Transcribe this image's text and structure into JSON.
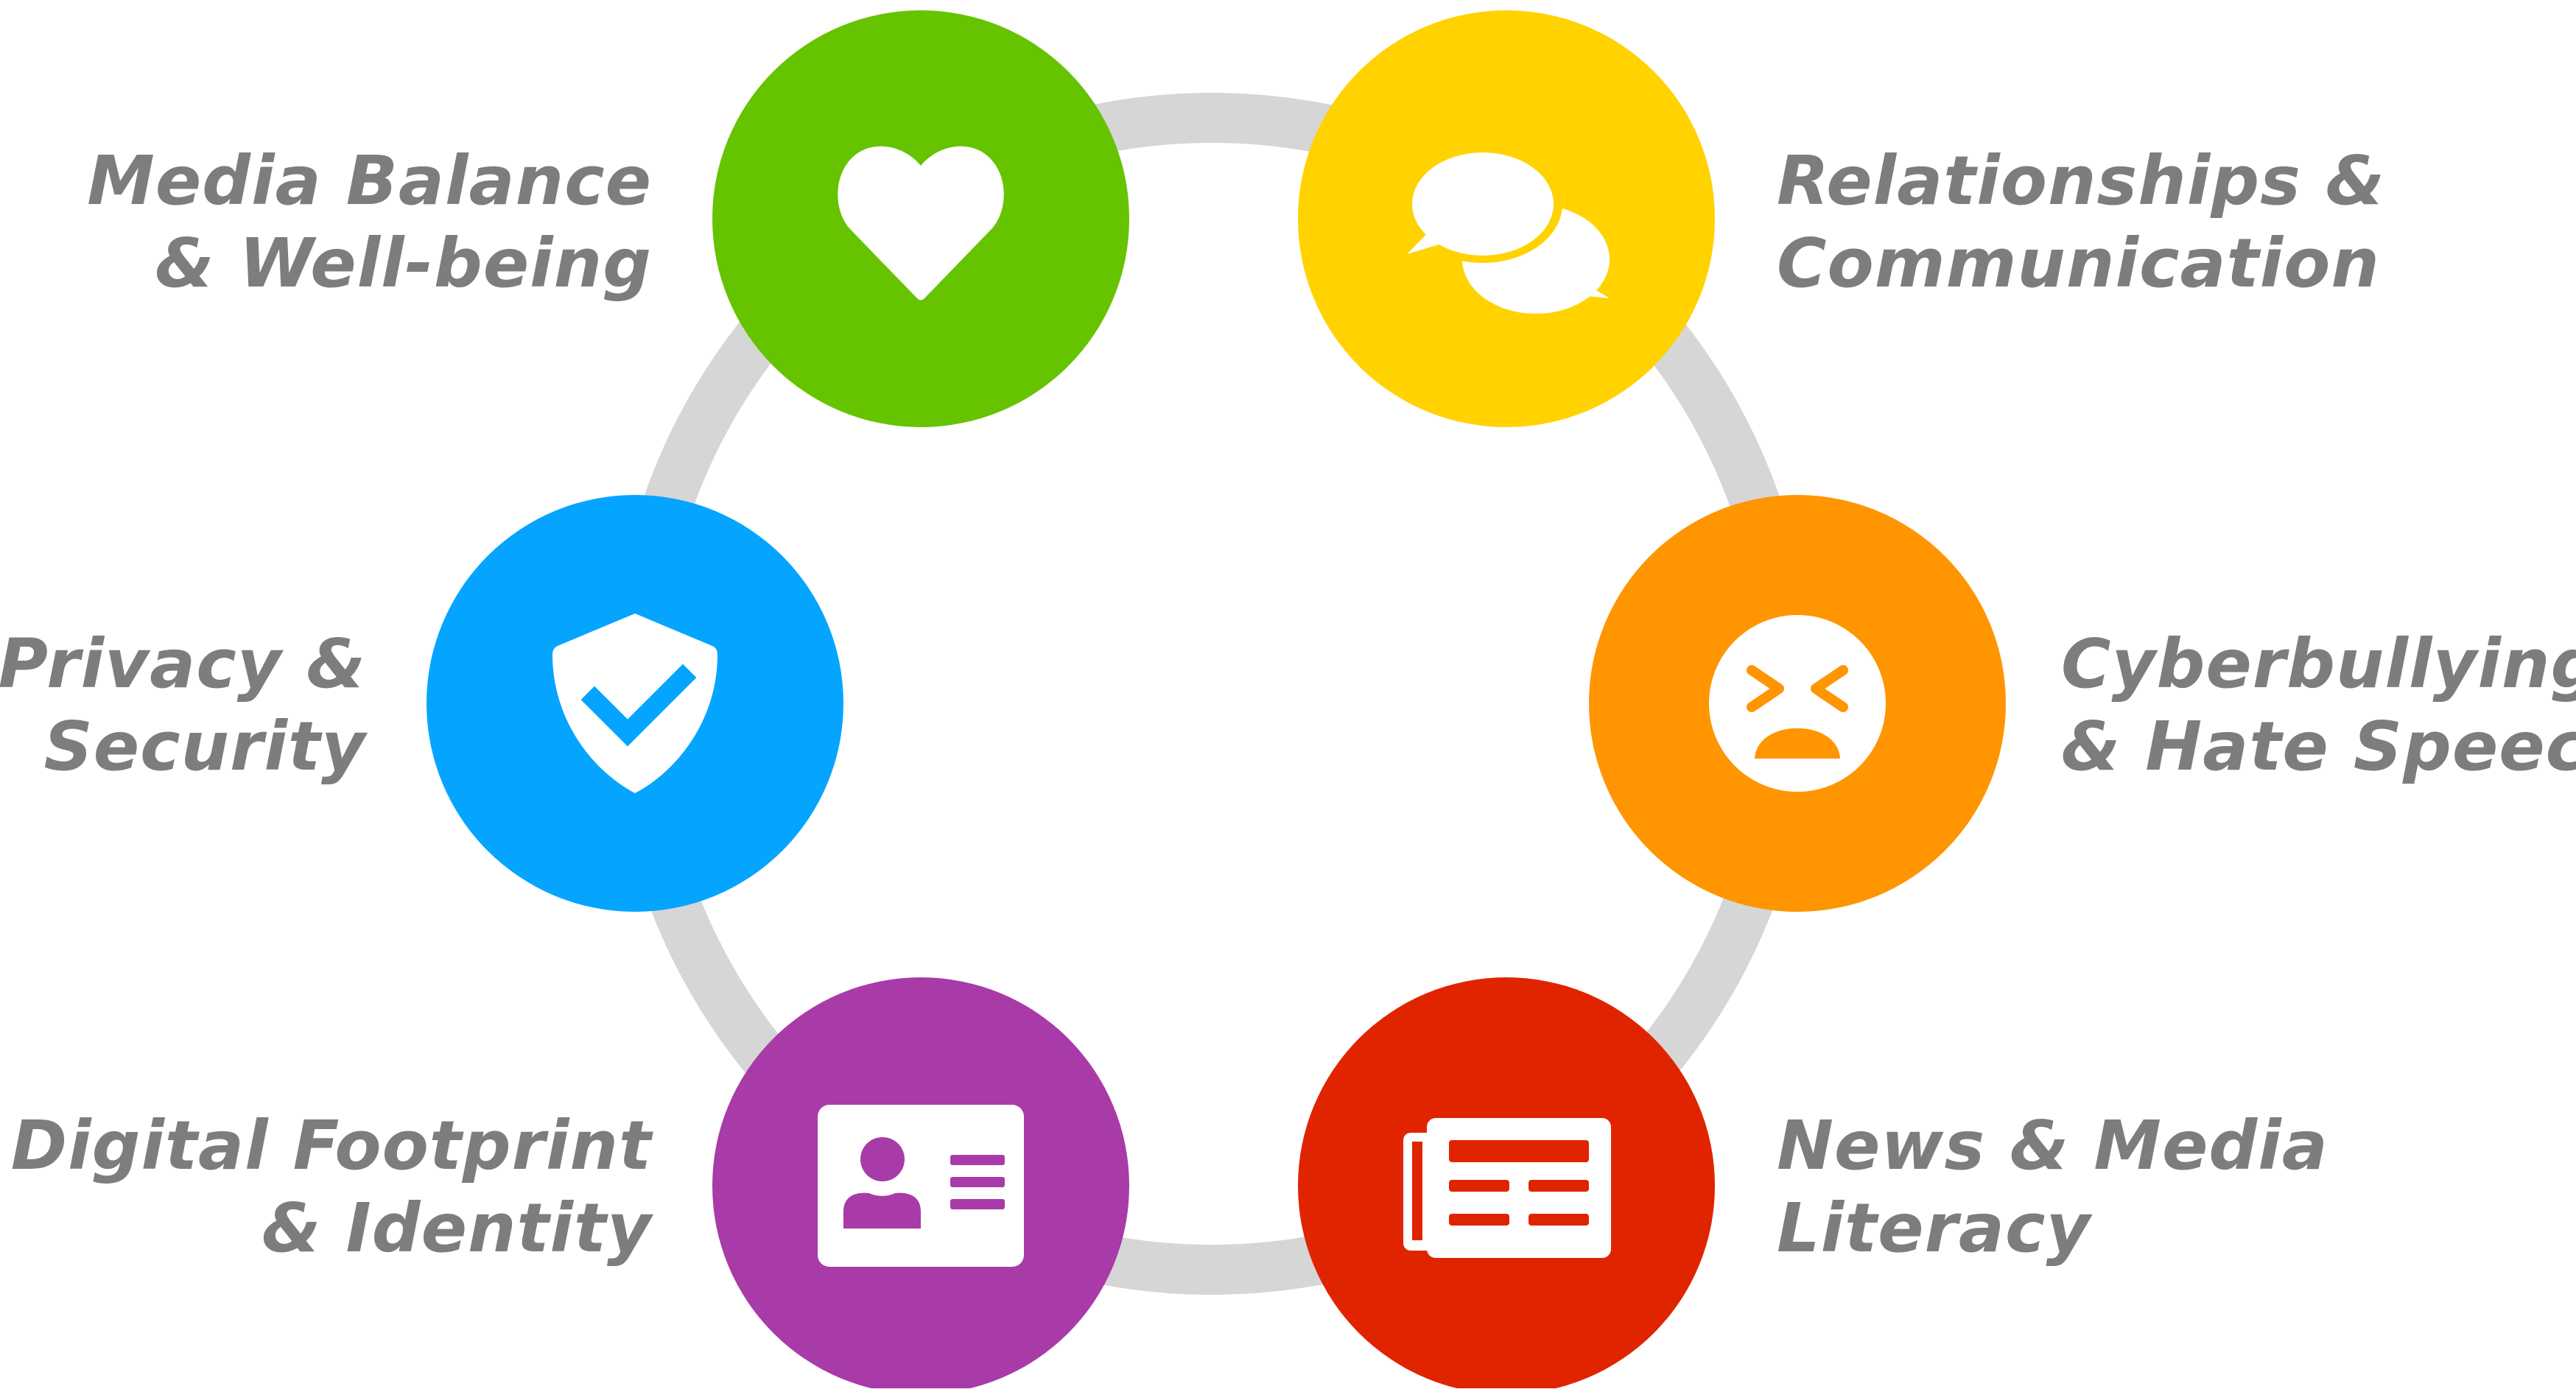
{
  "ring_color": "#d6d6d6",
  "categories": [
    {
      "id": "media-balance",
      "line1": "Media Balance",
      "line2": "& Well-being",
      "color": "#66c300",
      "icon": "heart-icon"
    },
    {
      "id": "relationships",
      "line1": "Relationships &",
      "line2": "Communication",
      "color": "#ffd200",
      "icon": "speech-bubbles-icon"
    },
    {
      "id": "cyberbullying",
      "line1": "Cyberbullying",
      "line2": "& Hate Speech",
      "color": "#ff9500",
      "icon": "upset-face-icon"
    },
    {
      "id": "news-literacy",
      "line1": "News & Media",
      "line2": "Literacy",
      "color": "#e02400",
      "icon": "newspaper-icon"
    },
    {
      "id": "digital-footprint",
      "line1": "Digital Footprint",
      "line2": "& Identity",
      "color": "#a83ba8",
      "icon": "id-card-icon"
    },
    {
      "id": "privacy",
      "line1": "Privacy &",
      "line2": "Security",
      "color": "#05a5ff",
      "icon": "shield-check-icon"
    }
  ]
}
